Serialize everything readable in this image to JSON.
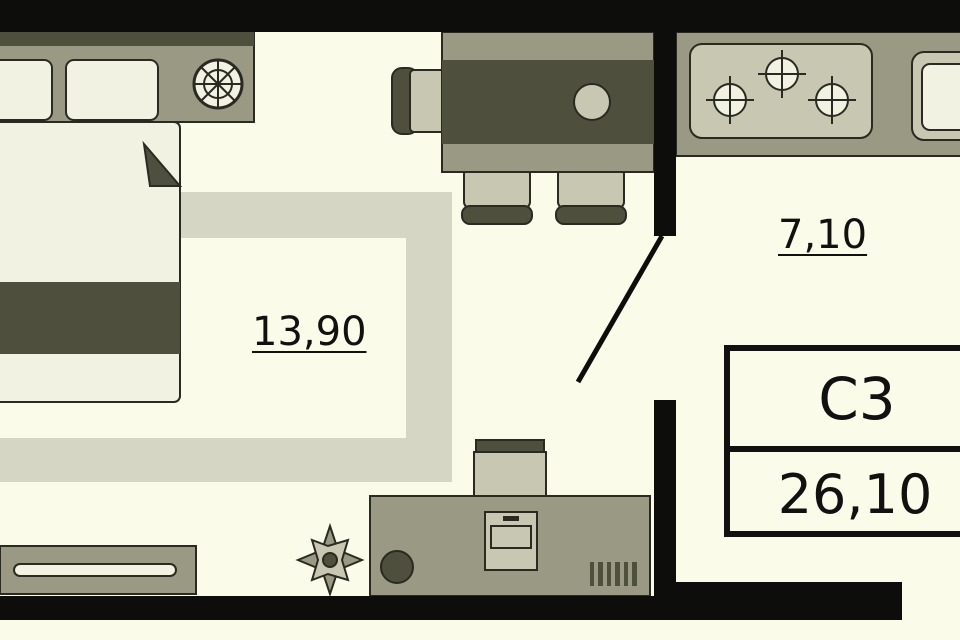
{
  "rooms": {
    "living_area": "13,90",
    "kitchen_area": "7,10"
  },
  "unit": {
    "code": "С3",
    "total_area": "26,10"
  },
  "colors": {
    "floor": "#fbfbe9",
    "wall": "#0d0d0b",
    "furniture_dark": "#4f4f3e",
    "furniture_mid": "#9a9a84",
    "furniture_light": "#c7c7b2",
    "rug": "#d6d6c5",
    "text": "#111111"
  }
}
